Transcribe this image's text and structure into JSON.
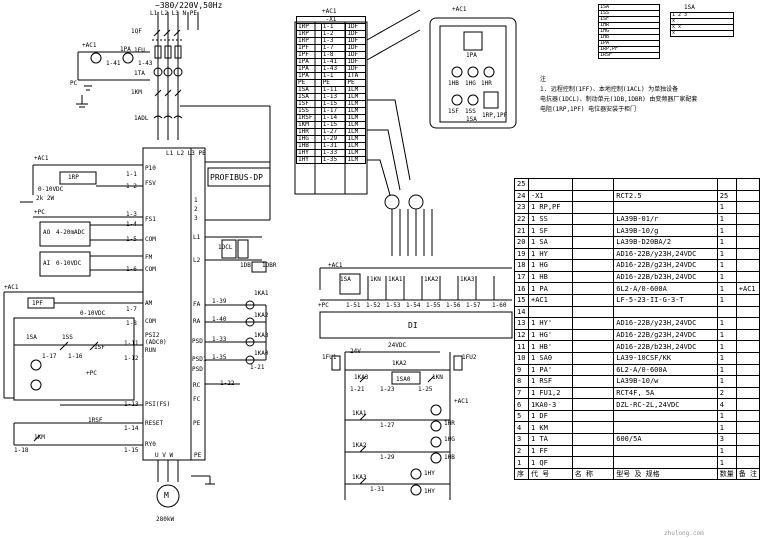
{
  "power": {
    "supply": "~380/220V,50Hz",
    "phases": "L1 L2 L3 N PE",
    "breaker_1qf": "1QF",
    "fuse_1fu": "1FU",
    "ct_1ta": "1TA",
    "contactor_1km": "1KM",
    "ac1": "+AC1",
    "pc": "PC",
    "ammeter": "1PA",
    "tag_1_41": "1-41",
    "tag_1_43": "1-43",
    "tag_1adl": "1ADL",
    "motor_label": "M",
    "motor_power": "280kW"
  },
  "vfd": {
    "terminals_top": "L1 L2 L3 PE",
    "p10": "P10",
    "fsv": "FSV",
    "fs1": "FS1",
    "com1": "COM",
    "fm": "FM",
    "com2": "COM",
    "am": "AM",
    "com3": "COM",
    "psi2": "PSI2",
    "psi2b": "(ADC0)",
    "run": "RUN",
    "psi_fs": "PSI(FS)",
    "reset": "RESET",
    "ry0": "RY0",
    "uvw": "U V W",
    "pe": "PE",
    "profibus": "PROFIBUS-DP",
    "fa": "FA",
    "ra": "RA",
    "psd": "PSD",
    "psd1": "PSD1",
    "psd2": "PSD",
    "rc": "RC",
    "fc": "FC",
    "pe2": "PE",
    "l1": "L1",
    "l2": "L2",
    "n1": "1",
    "n2": "2",
    "n3": "3"
  },
  "left_io": {
    "ac1": "+AC1",
    "rp": "1RP",
    "v10": "0-10VDC",
    "k2": "2k 2W",
    "pc": "+PC",
    "ao": "AO",
    "ai": "AI",
    "ma": "4-20mADC",
    "v10b": "0-10VDC",
    "ac1b": "+AC1",
    "pf": "1PF",
    "v10c": "0-10VDC",
    "sa": "1SA",
    "ss": "1SS",
    "sf": "1SF",
    "pc2": "+PC",
    "rsf": "1RSF",
    "km": "1KM",
    "w1": "1-1",
    "w2": "1-2",
    "w3": "1-3",
    "w4": "1-4",
    "w5": "1-5",
    "w6": "1-6",
    "w7": "1-7",
    "w8": "1-8",
    "w11": "1-11",
    "w12": "1-12",
    "w13": "1-13",
    "w14": "1-14",
    "w15": "1-15",
    "w16": "1-16",
    "w17": "1-17",
    "w18": "1-18"
  },
  "right_io": {
    "w22": "1-22",
    "w21": "1-21",
    "w39": "1-39",
    "w40": "1-40",
    "w33": "1-33",
    "w35": "1-35",
    "ka1": "1KA1",
    "ka2": "1KA2",
    "ka0": "1KA0",
    "ka3": "1KA3",
    "ldcl": "1DCL",
    "ldb": "1DB",
    "ldbr": "1DBR",
    "ac1": "+AC1",
    "pc": "+PC",
    "sa": "1SA",
    "kn": "1KN",
    "ka1b": "1KA1",
    "ka2b": "1KA2",
    "ka3b": "1KA3",
    "w51": "1-51",
    "w52": "1-52",
    "w53": "1-53",
    "w54": "1-54",
    "w55": "1-55",
    "w56": "1-56",
    "w57": "1-57",
    "w60": "1-60",
    "di": "DI"
  },
  "relay": {
    "v24": "24V",
    "vdc": "24VDC",
    "fu1": "1FU1",
    "fu2": "1FU2",
    "ka3": "1KA3",
    "ka2": "1KA2",
    "sa0": "1SA0",
    "kn": "1KN",
    "ka1": "1KA1",
    "ka2b": "1KA2",
    "ka3b": "1KA3",
    "w21": "1-21",
    "w23": "1-23",
    "w25": "1-25",
    "w27": "1-27",
    "w29": "1-29",
    "w31": "1-31",
    "hr": "1HR",
    "hg": "1HG",
    "hb": "1HB",
    "hy": "1HY",
    "hya": "1HY",
    "ac1": "+AC1"
  },
  "panel": {
    "title": "+AC1",
    "pa": "1PA",
    "hb": "1HB",
    "hg": "1HG",
    "hr": "1HR",
    "sf": "1SF",
    "ss": "1SS",
    "sa": "1SA",
    "rp": "1RP,1PF"
  },
  "top_table": {
    "title": "+AC1",
    "header": "-X1",
    "rows": [
      "1RP 1-1 1DF",
      "1RP 1-2 1DF",
      "1RP 1-3 1DF",
      "1PF 1-7 1DF",
      "1PF 1-8 1DF",
      "1PA 1-41 1DF",
      "1PA 1-43 1DF",
      "1PA 1-1 1TA",
      "PE PE PE",
      "1SA 1-11 1LM",
      "1SA 1-13 1LM",
      "1SF 1-15 1LM",
      "1SS 1-17 1LM",
      "1RSF 1-14 1LM",
      "1KM 1-15 1LM",
      "1HR 1-27 1LM",
      "1HG 1-29 1LM",
      "1HB 1-31 1LM",
      "1HY 1-33 1LM",
      "1HY 1-35 1LM"
    ]
  },
  "sw_table": {
    "title": "1SA",
    "rows": [
      "1 2 3",
      "x",
      "x x",
      "x"
    ]
  },
  "legend_table": {
    "rows": [
      "1SA",
      "1SS",
      "1SF",
      "1HR",
      "1HG",
      "1HB",
      "1PA",
      "1RP,PF",
      "1RSF"
    ]
  },
  "notes": {
    "head": "注",
    "line1": "1. 远程控制(1FF)、本地控制(1ACL) 为单独设备",
    "line2": "   电抗器(1DCL)、制动单元(1DB,1DBR) 由变频器厂家配套",
    "line3": "   电阻(1RP,1PF) 电位器安装于柜门"
  },
  "bom": {
    "top_index": "25",
    "header_row": [
      "24",
      "-X1",
      "",
      "RCT2.5",
      "25",
      ""
    ],
    "rows": [
      [
        "23",
        "1 RP,PF",
        "",
        "",
        "1",
        ""
      ],
      [
        "22",
        "1 SS",
        "",
        "LA39B-01/r",
        "1",
        ""
      ],
      [
        "21",
        "1 SF",
        "",
        "LA39B-10/g",
        "1",
        ""
      ],
      [
        "20",
        "1 SA",
        "",
        "LA39B-D20BA/2",
        "1",
        ""
      ],
      [
        "19",
        "1 HY",
        "",
        "AD16-22B/y23H,24VDC",
        "1",
        ""
      ],
      [
        "18",
        "1 HG",
        "",
        "AD16-22B/g23H,24VDC",
        "1",
        ""
      ],
      [
        "17",
        "1 HB",
        "",
        "AD16-22B/b23H,24VDC",
        "1",
        ""
      ],
      [
        "16",
        "1 PA",
        "",
        "6L2-A/0-600A",
        "1",
        "+AC1"
      ],
      [
        "15",
        "+AC1",
        "",
        "LF-5-23-II-G-3-T",
        "1",
        ""
      ],
      [
        "14",
        "",
        "",
        "",
        "",
        ""
      ],
      [
        "13",
        "1 HY'",
        "",
        "AD16-22B/y23H,24VDC",
        "1",
        ""
      ],
      [
        "12",
        "1 HG'",
        "",
        "AD16-22B/g23H,24VDC",
        "1",
        ""
      ],
      [
        "11",
        "1 HB'",
        "",
        "AD16-22B/b23H,24VDC",
        "1",
        ""
      ],
      [
        "10",
        "1 SA0",
        "",
        "LA39-10CSF/KK",
        "1",
        ""
      ],
      [
        "9",
        "1 PA'",
        "",
        "6L2-A/0-600A",
        "1",
        ""
      ],
      [
        "8",
        "1 RSF",
        "",
        "LA39B-10/w",
        "1",
        ""
      ],
      [
        "7",
        "1 FU1,2",
        "",
        "RCT4F, 5A",
        "2",
        ""
      ],
      [
        "6",
        "1KA0-3",
        "",
        "DZL-RC-2L,24VDC",
        "4",
        ""
      ],
      [
        "5",
        "1 DF",
        "",
        "",
        "1",
        ""
      ],
      [
        "4",
        "1 KM",
        "",
        "",
        "1",
        ""
      ],
      [
        "3",
        "1 TA",
        "",
        "600/5A",
        "3",
        ""
      ],
      [
        "2",
        "1 FF",
        "",
        "",
        "1",
        ""
      ],
      [
        "1",
        "1 QF",
        "",
        "",
        "1",
        ""
      ]
    ],
    "footer": [
      "序",
      "代 号",
      "名 称",
      "型号 及 规格",
      "数量",
      "备 注"
    ]
  },
  "watermark": "zhulong.com"
}
